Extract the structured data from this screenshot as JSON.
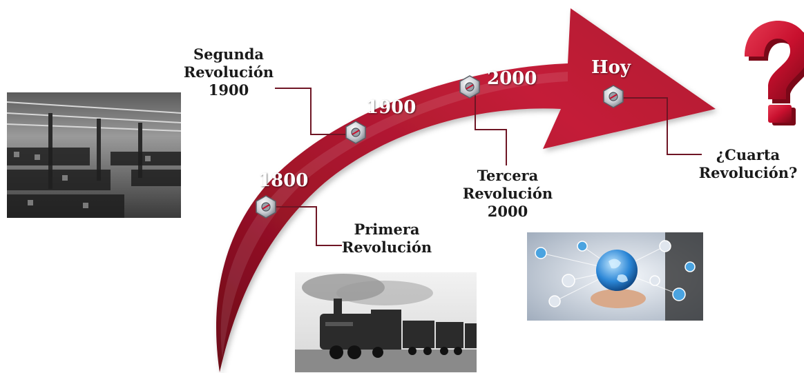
{
  "labels": {
    "primera": {
      "line1": "Primera",
      "line2": "Revolución"
    },
    "segunda": {
      "line1": "Segunda",
      "line2": "Revolución",
      "line3": "1900"
    },
    "tercera": {
      "line1": "Tercera",
      "line2": "Revolución",
      "line3": "2000"
    },
    "cuarta": {
      "line1": "¿Cuarta",
      "line2": "Revolución?"
    }
  },
  "years": {
    "y1800": "1800",
    "y1900": "1900",
    "y2000": "2000",
    "hoy": "Hoy"
  },
  "colors": {
    "arrow_dark": "#7d0d1e",
    "arrow_mid": "#b3182f",
    "arrow_light": "#d9364d",
    "question_mark": "#c8102e",
    "connector": "#6e1524"
  },
  "images": {
    "factory": "factory-photo",
    "train": "steam-train-photo",
    "network": "global-network-photo"
  },
  "symbols": {
    "marker": "hex-nut-icon",
    "future": "question-mark-icon"
  }
}
